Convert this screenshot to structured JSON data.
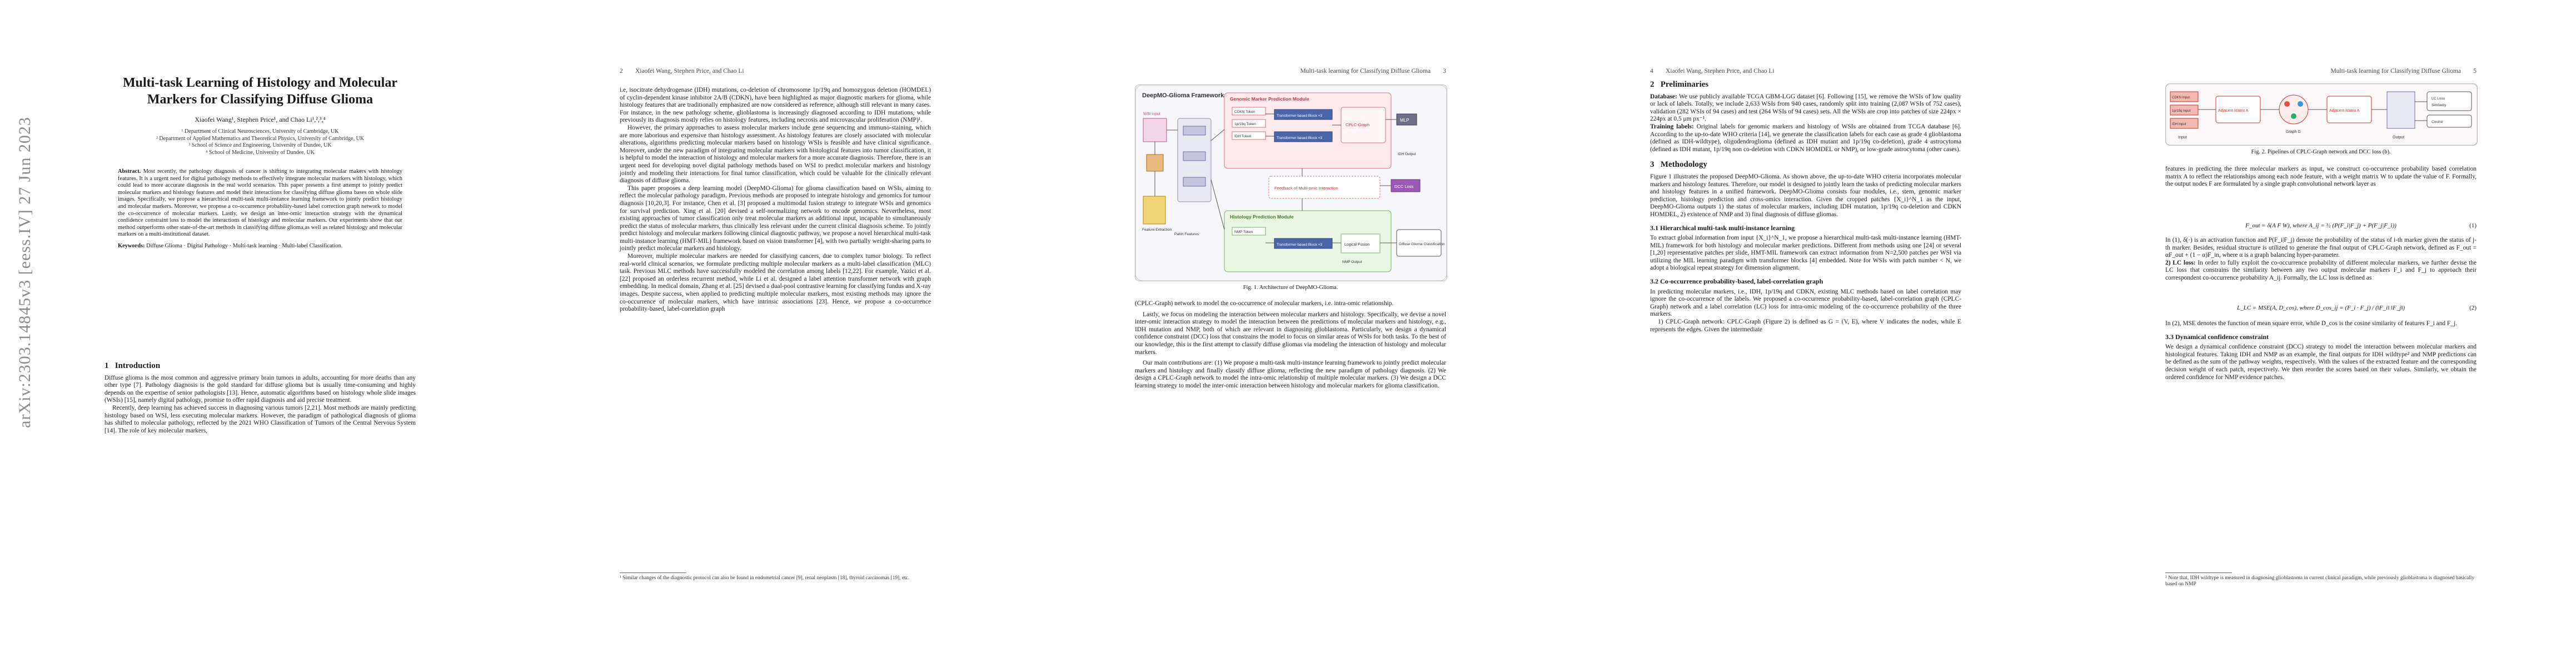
{
  "arxiv_stamp": "arXiv:2303.14845v3  [eess.IV]  27 Jun 2023",
  "page1": {
    "title_line1": "Multi-task Learning of Histology and Molecular",
    "title_line2": "Markers for Classifying Diffuse Glioma",
    "authors": "Xiaofei Wang¹, Stephen Price¹, and Chao Li¹,²,³,⁴",
    "affil1": "¹ Department of Clinical Neurosciences, University of Cambridge, UK",
    "affil2": "² Department of Applied Mathematics and Theoretical Physics, University of Cambridge, UK",
    "affil3": "³ School of Science and Engineering, University of Dundee, UK",
    "affil4": "⁴ School of Medicine, University of Dundee, UK",
    "abstract_label": "Abstract.",
    "abstract_text": "Most recently, the pathology diagnosis of cancer is shifting to integrating molecular makers with histology features. It is a urgent need for digital pathology methods to effectively integrate molecular markers with histology, which could lead to more accurate diagnosis in the real world scenarios. This paper presents a first attempt to jointly predict molecular markers and histology features and model their interactions for classifying diffuse glioma bases on whole slide images. Specifically, we propose a hierarchical multi-task multi-instance learning framework to jointly predict histology and molecular markers. Moreover, we propose a co-occurrence probability-based label correction graph network to model the co-occurrence of molecular markers. Lastly, we design an inter-omic interaction strategy with the dynamical confidence constraint loss to model the interactions of histology and molecular markers. Our experiments show that our method outperforms other state-of-the-art methods in classifying diffuse glioma,as well as related histology and molecular markers on a multi-institutional dataset.",
    "keywords_label": "Keywords:",
    "keywords_text": "Diffuse Glioma · Digital Pathology · Multi-task learning · Multi-label Classification.",
    "sec_num": "1",
    "sec_title": "Introduction",
    "intro_p1": "Diffuse glioma is the most common and aggressive primary brain tumors in adults, accounting for more deaths than any other type [7]. Pathology diagnosis is the gold standard for diffuse glioma but is usually time-consuming and highly depends on the expertise of senior pathologists [13]. Hence, automatic algorithms based on histology whole slide images (WSIs) [15], namely digital pathology, promise to offer rapid diagnosis and aid precise treatment.",
    "intro_p2": "Recently, deep learning has achieved success in diagnosing various tumors [2,21]. Most methods are mainly predicting histology based on WSI, less executing molecular markers. However, the paradigm of pathological diagnosis of glioma has shifted to molecular pathology, reflected by the 2021 WHO Classification of Tumors of the Central Nervous System [14]. The role of key molecular markers,"
  },
  "page2": {
    "page_num": "2",
    "running_head": "Xiaofei Wang, Stephen Price, and Chao Li",
    "p1": "i.e, isocitrate dehydrogenase (IDH) mutations, co-deletion of chromosome 1p/19q and homozygous deletion (HOMDEL) of cyclin-dependent kinase inhibitor 2A/B (CDKN), have been highlighted as major diagnostic markers for glioma, while histology features that are traditionally emphasized are now considered as reference, although still relevant in many cases. For instance, in the new pathology scheme, glioblastoma is increasingly diagnosed according to IDH mutations, while previously its diagnosis mostly relies on histology features, including necrosis and microvascular proliferation (NMP)¹.",
    "p2": "However, the primary approaches to assess molecular markers include gene sequencing and immuno-staining, which are more laborious and expensive than histology assessment. As histology features are closely associated with molecular alterations, algorithms predicting molecular markers based on histology WSIs is feasible and have clinical significance. Moreover, under the new paradigm of integrating molecular markers with histological features into tumor classification, it is helpful to model the interaction of histology and molecular markers for a more accurate diagnosis. Therefore, there is an urgent need for developing novel digital pathology methods based on WSI to predict molecular markers and histology jointly and modeling their interactions for final tumor classification, which could be valuable for the clinically relevant diagnosis of diffuse glioma.",
    "p3": "This paper proposes a deep learning model (DeepMO-Glioma) for glioma classification based on WSIs, aiming to reflect the molecular pathology paradigm. Previous methods are proposed to integrate histology and genomics for tumour diagnosis [10,20,3]. For instance, Chen et al. [3] proposed a multimodal fusion strategy to integrate WSIs and genomics for survival prediction. Xing et al. [20] devised a self-normalizing network to encode genomics. Nevertheless, most existing approaches of tumor classification only treat molecular markers as additional input, incapable to simultaneously predict the status of molecular markers, thus clinically less relevant under the current clinical diagnosis scheme. To jointly predict histology and molecular markers following clinical diagnostic pathway, we propose a novel hierarchical multi-task multi-instance learning (HMT-MIL) framework based on vision transformer [4], with two partially weight-sharing parts to jointly predict molecular markers and histology.",
    "p4": "Moreover, multiple molecular markers are needed for classifying cancers, due to complex tumor biology. To reflect real-world clinical scenarios, we formulate predicting multiple molecular markers as a multi-label classification (MLC) task. Previous MLC methods have successfully modeled the correlation among labels [12,22]. For example, Yazici et al. [22] proposed an orderless recurrent method, while Li et al. designed a label attention transformer network with graph embedding. In medical domain, Zhang et al. [25] devised a dual-pool contrastive learning for classifying fundus and X-ray images. Despite success, when applied to predicting multiple molecular markers, most existing methods may ignore the co-occurrence of molecular markers, which have intrinsic associations [23]. Hence, we propose a co-occurrence probability-based, label-correlation graph",
    "fn": "¹ Similar changes of the diagnostic protocol can also be found in endometrial cancer [9], renal neoplasm [18], thyroid carcinomas [19], etc."
  },
  "page3": {
    "page_num": "3",
    "running_head": "Multi-task learning for Classifying Diffuse Glioma",
    "fig": {
      "framework": "DeepMO-Glioma Framework",
      "genomic": "Genomic Marker Prediction Module",
      "histology": "Histology Prediction Module",
      "wsi": "WSI Input",
      "patch": "Patch Features",
      "feat_ext": "Feature Extraction",
      "cdkn": "CDKN Token",
      "one_p": "1p/19q Token",
      "idh": "IDH Token",
      "trans1": "Transformer-based Block ×3",
      "trans2": "Transformer-based Block ×3",
      "nmp": "NMP Token",
      "trans3": "Transformer-based Block ×3",
      "mlp": "MLP",
      "dcc": "DCC Loss",
      "cplc": "CPLC-Graph",
      "interaction": "Feedback of Multi-omic Interaction",
      "final": "Diffuse Glioma Classification",
      "logical": "Logical Fusion",
      "idh_out": "IDH Output",
      "nmp_out": "NMP Output"
    },
    "fig_caption": "Fig. 1. Architecture of DeepMO-Glioma.",
    "p1": "(CPLC-Graph) network to model the co-occurrence of molecular markers, i.e. intra-omic relationship.",
    "p2": "Lastly, we focus on modeling the interaction between molecular markers and histology. Specifically, we devise a novel inter-omic interaction strategy to model the interaction between the predictions of molecular markers and histology, e.g., IDH mutation and NMP, both of which are relevant in diagnosing glioblastoma. Particularly, we design a dynamical confidence constraint (DCC) loss that constrains the model to focus on similar areas of WSIs for both tasks. To the best of our knowledge, this is the first attempt to classify diffuse gliomas via modeling the interaction of histology and molecular markers.",
    "p3": "Our main contributions are: (1) We propose a multi-task multi-instance learning framework to jointly predict molecular markers and histology and finally classify diffuse glioma, reflecting the new paradigm of pathology diagnosis. (2) We design a CPLC-Graph network to model the intra-omic relationship of multiple molecular markers. (3) We design a DCC learning strategy to model the inter-omic interaction between histology and molecular markers for glioma classification."
  },
  "page4": {
    "page_num": "4",
    "running_head": "Xiaofei Wang, Stephen Price, and Chao Li",
    "sec2_num": "2",
    "sec2_title": "Preliminaries",
    "p1_label": "Database:",
    "p1": "We use publicly available TCGA GBM-LGG dataset [6]. Following [15], we remove the WSIs of low quality or lack of labels. Totally, we include 2,633 WSIs from 940 cases, randomly split into training (2,087 WSIs of 752 cases), validation (282 WSIs of 94 cases) and test (264 WSIs of 94 cases) sets. All the WSIs are crop into patches of size 224px × 224px at 0.5 μm px⁻¹.",
    "p2_label": "Training labels:",
    "p2": "Original labels for genomic markers and histology of WSIs are obtained from TCGA database [6]. According to the up-to-date WHO criteria [14], we generate the classification labels for each case as grade 4 glioblastoma (defined as IDH-wildtype), oligodendroglioma (defined as IDH mutant and 1p/19q co-deletion), grade 4 astrocytoma (defined as IDH mutant, 1p/19q non co-deletion with CDKN HOMDEL or NMP), or low-grade astrocytoma (other cases).",
    "sec3_num": "3",
    "sec3_title": "Methodology",
    "p3": "Figure 1 illustrates the proposed DeepMO-Glioma. As shown above, the up-to-date WHO criteria incorporates molecular markers and histology features. Therefore, our model is designed to jointly learn the tasks of predicting molecular markers and histology features in a unified framework. DeepMO-Glioma consists four modules, i.e., stem, genomic marker prediction, histology prediction and cross-omics interaction. Given the cropped patches {X_i}^N_1 as the input, DeepMO-Glioma outputs 1) the status of molecular markers, including IDH mutation, 1p/19q co-deletion and CDKN HOMDEL, 2) existence of NMP and 3) final diagnosis of diffuse gliomas.",
    "sub31_title": "3.1   Hierarchical multi-task multi-instance learning",
    "p4": "To extract global information from input {X_i}^N_1, we propose a hierarchical multi-task multi-instance learning (HMT-MIL) framework for both histology and molecular marker predictions. Different from methods using one [24] or several [1,20] representative patches per slide, HMT-MIL framework can extract information from N=2,500 patches per WSI via utilizing the MIL learning paradigm with transformer blocks [4] embedded. Note for WSIs with patch number < N, we adopt a biological repeat strategy for dimension alignment.",
    "sub32_title": "3.2   Co-occurrence probability-based, label-correlation graph",
    "p5": "In predicting molecular markers, i.e., IDH, 1p/19q and CDKN, existing MLC methods based on label correlation may ignore the co-occurrence of the labels. We proposed a co-occurrence probability-based, label-correlation graph (CPLC-Graph) network and a label correlation (LC) loss for intra-omic modeling of the co-occurrence probability of the three markers.",
    "p6": "1) CPLC-Graph network: CPLC-Graph (Figure 2) is defined as G = (V, E), where V indicates the nodes, while E represents the edges. Given the intermediate"
  },
  "page5": {
    "page_num": "5",
    "running_head": "Multi-task learning for Classifying Diffuse Glioma",
    "fig": {
      "input": "Input",
      "cooc": "Adjacent Matrix A",
      "graph": "Graph G",
      "adj2": "Adjacent Matrix A",
      "cdkn": "CDKN Input",
      "one_p": "1p/19q Input",
      "idh": "IDH Input",
      "output": "Output",
      "lc": "LC Loss",
      "sim": "Similarity",
      "cosine": "Cosine"
    },
    "fig_caption": "Fig. 2. Pipelines of CPLC-Graph network and DCC loss (b).",
    "p1": "features in predicting the three molecular markers as input, we construct co-occurrence probability based correlation matrix A to reflect the relationships among each node feature, with a weight matrix W to update the value of F. Formally, the output nodes F are formulated by a single graph convolutional network layer as",
    "eq1": "F_out = δ(A F W),  where A_ij = ½ (P(F_i|F_j) + P(F_j|F_i))",
    "eq1_num": "(1)",
    "p2": "In (1), δ(·) is an activation function and P(F_i|F_j) denote the probability of the status of i-th marker given the status of j-th marker. Besides, residual structure is utilized to generate the final output of CPLC-Graph network, defined as F_out = αF_out + (1 − α)F_in, where α is a graph balancing hyper-parameter.",
    "p3_label": "2) LC loss:",
    "p3": "In order to fully exploit the co-occurrence probability of different molecular markers, we further devise the LC loss that constrains the similarity between any two output molecular markers F_i and F_j to approach their correspondent co-occurrence probability A_ij. Formally, the LC loss is defined as",
    "eq2": "L_LC = MSE(A, D_cos), where D_cos_ij = (F_i · F_j) / (‖F_i‖ ‖F_j‖)",
    "eq2_num": "(2)",
    "p4": "In (2), MSE denotes the function of mean square error, while D_cos is the cosine similarity of features F_i and F_j.",
    "sub33_title": "3.3   Dynamical confidence constraint",
    "p5": "We design a dynamical confidence constraint (DCC) strategy to model the interaction between molecular markers and histological features. Taking IDH and NMP as an example, the final outputs for IDH wildtype² and NMP predictions can be defined as the sum of the pathway weights, respectively. With the values of the extracted feature and the corresponding decision weight of each patch, respectively. We then reorder the scores based on their values. Similarly, we obtain the ordered confidence for NMP evidence patches.",
    "fn": "² Note that, IDH wildtype is measured in diagnosing glioblastoma in current clinical paradigm, while previously glioblastoma is diagnosed basically based on NMP"
  }
}
